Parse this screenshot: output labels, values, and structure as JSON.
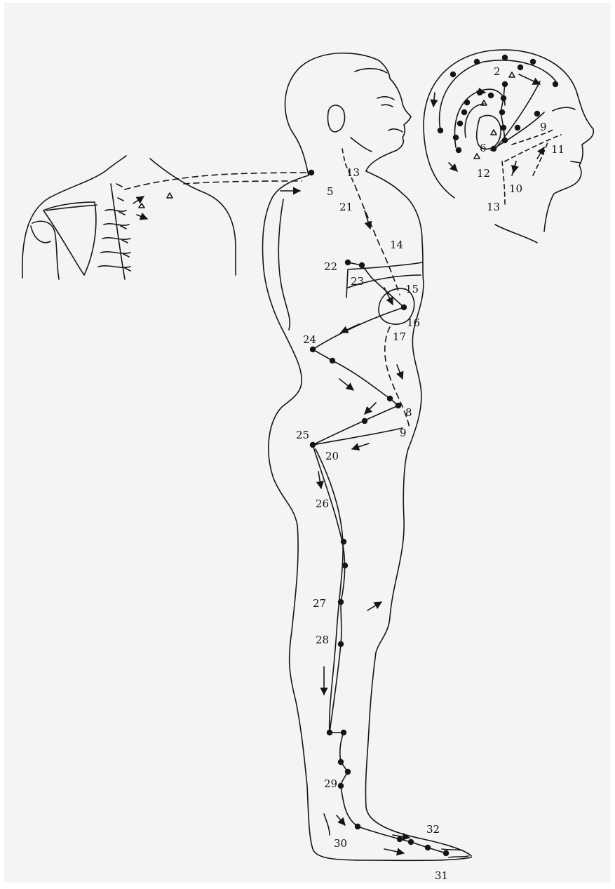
{
  "colors": {
    "paper": "#f4f4f2",
    "ink": "#151515"
  },
  "diagram_type": "acupuncture meridian chart, lateral view of standing body with back and head insets",
  "head_inset": {
    "labels": [
      "2",
      "9",
      "6",
      "11",
      "12",
      "10",
      "13"
    ]
  },
  "body": {
    "labels": [
      "13",
      "5",
      "21",
      "14",
      "22",
      "23",
      "15",
      "16",
      "17",
      "24",
      "8",
      "9",
      "25",
      "20",
      "26",
      "27",
      "28",
      "29",
      "30",
      "32",
      "31"
    ]
  }
}
